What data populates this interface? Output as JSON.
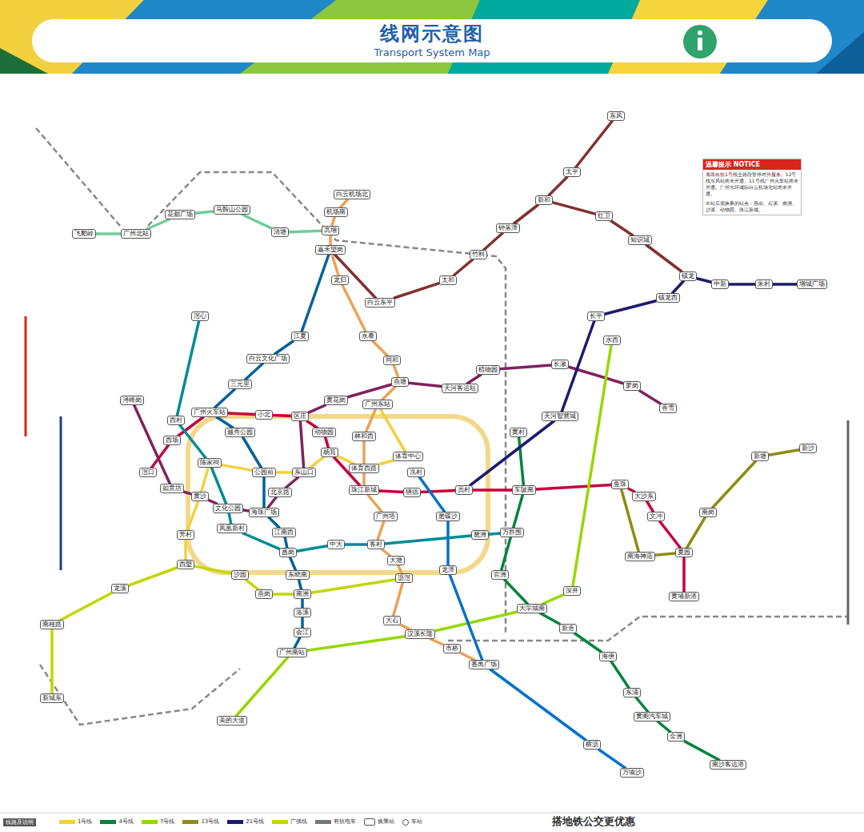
{
  "diagram": {
    "title": "线网示意图",
    "nodes": [
      {
        "text": [
          "白云机场北"
        ]
      },
      {
        "text": [
          "机场南"
        ]
      },
      {
        "text": [
          "高增"
        ]
      },
      {
        "text": [
          "嘉禾望岗"
        ]
      },
      {
        "text": [
          "龙归"
        ]
      },
      {
        "text": [
          "永泰"
        ]
      },
      {
        "text": [
          "同和"
        ]
      },
      {
        "text": [
          "燕塘"
        ]
      },
      {
        "text": [
          "广州东站"
        ]
      },
      {
        "text": [
          "林和西"
        ]
      },
      {
        "text": [
          "体育西路"
        ]
      },
      {
        "text": [
          "珠江新城"
        ]
      },
      {
        "text": [
          "广州塔"
        ]
      },
      {
        "text": [
          "客村"
        ]
      },
      {
        "text": [
          "大塘"
        ]
      },
      {
        "text": [
          "沥滘"
        ]
      },
      {
        "text": [
          "大石"
        ]
      },
      {
        "text": [
          "汉溪长隆"
        ]
      },
      {
        "text": [
          "市桥"
        ]
      },
      {
        "text": [
          "番禺广场"
        ]
      },
      {
        "text": [
          "西塱"
        ]
      },
      {
        "text": [
          "芳村"
        ]
      },
      {
        "text": [
          "黄沙"
        ]
      },
      {
        "text": [
          "陈家祠"
        ]
      },
      {
        "text": [
          "公园前"
        ]
      },
      {
        "text": [
          "东山口"
        ]
      },
      {
        "text": [
          "杨箕"
        ]
      },
      {
        "text": [
          "体育中心"
        ]
      },
      {
        "text": [
          "江夏"
        ]
      },
      {
        "text": [
          "白云文化广场"
        ]
      },
      {
        "text": [
          "三元里"
        ]
      },
      {
        "text": [
          "广州火车站"
        ]
      },
      {
        "text": [
          "越秀公园"
        ]
      },
      {
        "text": [
          "海珠广场"
        ]
      },
      {
        "text": [
          "江南西"
        ]
      },
      {
        "text": [
          "昌岗"
        ]
      },
      {
        "text": [
          "东晓南"
        ]
      },
      {
        "text": [
          "南洲"
        ]
      },
      {
        "text": [
          "洛溪"
        ]
      },
      {
        "text": [
          "会江"
        ]
      },
      {
        "text": [
          "广州南站"
        ]
      },
      {
        "text": [
          "滘口"
        ]
      },
      {
        "text": [
          "西场"
        ]
      },
      {
        "text": [
          "小北"
        ]
      },
      {
        "text": [
          "区庄"
        ]
      },
      {
        "text": [
          "动物园"
        ]
      },
      {
        "text": [
          "猎德"
        ]
      },
      {
        "text": [
          "员村"
        ]
      },
      {
        "text": [
          "车陂南"
        ]
      },
      {
        "text": [
          "鱼珠"
        ]
      },
      {
        "text": [
          "大沙东"
        ]
      },
      {
        "text": [
          "文冲"
        ]
      },
      {
        "text": [
          "夏园"
        ]
      },
      {
        "text": [
          "黄埔新港"
        ]
      },
      {
        "text": [
          "浔峰岗"
        ]
      },
      {
        "text": [
          "如意坊"
        ]
      },
      {
        "text": [
          "文化公园"
        ]
      },
      {
        "text": [
          "北京路"
        ]
      },
      {
        "text": [
          "黄花岗"
        ]
      },
      {
        "text": [
          "天河客运站"
        ]
      },
      {
        "text": [
          "植物园"
        ]
      },
      {
        "text": [
          "长湫"
        ]
      },
      {
        "text": [
          "萝岗"
        ]
      },
      {
        "text": [
          "香雪"
        ]
      },
      {
        "text": [
          "滘心"
        ]
      },
      {
        "text": [
          "西村"
        ]
      },
      {
        "text": [
          "凤凰新村"
        ]
      },
      {
        "text": [
          "中大"
        ]
      },
      {
        "text": [
          "琶洲"
        ]
      },
      {
        "text": [
          "万胜围"
        ]
      },
      {
        "text": [
          "飞鹅岭"
        ]
      },
      {
        "text": [
          "广州北站"
        ]
      },
      {
        "text": [
          "花都广场"
        ]
      },
      {
        "text": [
          "马鞍山公园"
        ]
      },
      {
        "text": [
          "清塘"
        ]
      },
      {
        "text": [
          "黄村"
        ]
      },
      {
        "text": [
          "官洲"
        ]
      },
      {
        "text": [
          "大学城南"
        ]
      },
      {
        "text": [
          "新造"
        ]
      },
      {
        "text": [
          "海傍"
        ]
      },
      {
        "text": [
          "东涌"
        ]
      },
      {
        "text": [
          "黄阁汽车城"
        ]
      },
      {
        "text": [
          "金洲"
        ]
      },
      {
        "text": [
          "南沙客运港"
        ]
      },
      {
        "text": [
          "美的大道"
        ]
      },
      {
        "text": [
          "深井"
        ]
      },
      {
        "text": [
          "水西"
        ]
      },
      {
        "text": [
          "南海神庙"
        ]
      },
      {
        "text": [
          "南岗"
        ]
      },
      {
        "text": [
          "新塘"
        ]
      },
      {
        "text": [
          "新沙"
        ]
      },
      {
        "text": [
          "白云东平"
        ]
      },
      {
        "text": [
          "太和"
        ]
      },
      {
        "text": [
          "竹料"
        ]
      },
      {
        "text": [
          "钟落潭"
        ]
      },
      {
        "text": [
          "新和"
        ]
      },
      {
        "text": [
          "太平"
        ]
      },
      {
        "text": [
          "东风"
        ]
      },
      {
        "text": [
          "红卫"
        ]
      },
      {
        "text": [
          "知识城"
        ]
      },
      {
        "text": [
          "镇龙"
        ]
      },
      {
        "text": [
          "天河智慧城"
        ]
      },
      {
        "text": [
          "长平"
        ]
      },
      {
        "text": [
          "镇龙西"
        ]
      },
      {
        "text": [
          "中新"
        ]
      },
      {
        "text": [
          "朱村"
        ]
      },
      {
        "text": [
          "增城广场"
        ]
      },
      {
        "text": [
          "冼村"
        ]
      },
      {
        "text": [
          "磨碟沙"
        ]
      },
      {
        "text": [
          "龙潭"
        ]
      },
      {
        "text": [
          "横沥"
        ]
      },
      {
        "text": [
          "万顷沙"
        ]
      },
      {
        "text": [
          "新城东"
        ]
      },
      {
        "text": [
          "南桂路"
        ]
      },
      {
        "text": [
          "龙溪"
        ]
      },
      {
        "text": [
          "沙园"
        ]
      },
      {
        "text": [
          "燕岗"
        ]
      },
      {
        "text": [
          "温馨提示 NOTICE",
          "海珠有轨1号线全路段暂停对外服务。12号线东风站尚未开通。11号线广州火车站尚未开通。广州东环城际白云机场北站尚未开通。",
          "出站后需换乘的站点：燕岗、石溪、南洲、沙溪、动物园、珠江新城。"
        ]
      }
    ],
    "edges": [
      {
        "from": 0,
        "to": 1,
        "arrow": "none"
      },
      {
        "from": 1,
        "to": 2,
        "arrow": "none"
      },
      {
        "from": 2,
        "to": 3,
        "arrow": "none"
      },
      {
        "from": 3,
        "to": 4,
        "arrow": "none"
      },
      {
        "from": 4,
        "to": 5,
        "arrow": "none"
      },
      {
        "from": 5,
        "to": 6,
        "arrow": "none"
      },
      {
        "from": 6,
        "to": 7,
        "arrow": "none"
      },
      {
        "from": 7,
        "to": 8,
        "arrow": "none"
      },
      {
        "from": 8,
        "to": 9,
        "arrow": "none"
      },
      {
        "from": 9,
        "to": 10,
        "arrow": "none"
      },
      {
        "from": 10,
        "to": 11,
        "arrow": "none"
      },
      {
        "from": 11,
        "to": 12,
        "arrow": "none"
      },
      {
        "from": 12,
        "to": 13,
        "arrow": "none"
      },
      {
        "from": 13,
        "to": 14,
        "arrow": "none"
      },
      {
        "from": 14,
        "to": 15,
        "arrow": "none"
      },
      {
        "from": 15,
        "to": 16,
        "arrow": "none"
      },
      {
        "from": 16,
        "to": 17,
        "arrow": "none"
      },
      {
        "from": 17,
        "to": 18,
        "arrow": "none"
      },
      {
        "from": 18,
        "to": 19,
        "arrow": "none"
      },
      {
        "from": 20,
        "to": 21,
        "arrow": "none"
      },
      {
        "from": 21,
        "to": 22,
        "arrow": "none"
      },
      {
        "from": 22,
        "to": 23,
        "arrow": "none"
      },
      {
        "from": 23,
        "to": 24,
        "arrow": "none"
      },
      {
        "from": 24,
        "to": 25,
        "arrow": "none"
      },
      {
        "from": 25,
        "to": 26,
        "arrow": "none"
      },
      {
        "from": 26,
        "to": 10,
        "arrow": "none"
      },
      {
        "from": 10,
        "to": 27,
        "arrow": "none"
      },
      {
        "from": 27,
        "to": 8,
        "arrow": "none"
      },
      {
        "from": 3,
        "to": 28,
        "arrow": "none"
      },
      {
        "from": 28,
        "to": 29,
        "arrow": "none"
      },
      {
        "from": 29,
        "to": 30,
        "arrow": "none"
      },
      {
        "from": 30,
        "to": 31,
        "arrow": "none"
      },
      {
        "from": 31,
        "to": 32,
        "arrow": "none"
      },
      {
        "from": 32,
        "to": 24,
        "arrow": "none"
      },
      {
        "from": 24,
        "to": 33,
        "arrow": "none"
      },
      {
        "from": 33,
        "to": 34,
        "arrow": "none"
      },
      {
        "from": 34,
        "to": 35,
        "arrow": "none"
      },
      {
        "from": 35,
        "to": 36,
        "arrow": "none"
      },
      {
        "from": 36,
        "to": 37,
        "arrow": "none"
      },
      {
        "from": 37,
        "to": 38,
        "arrow": "none"
      },
      {
        "from": 38,
        "to": 39,
        "arrow": "none"
      },
      {
        "from": 39,
        "to": 40,
        "arrow": "none"
      },
      {
        "from": 41,
        "to": 42,
        "arrow": "none"
      },
      {
        "from": 42,
        "to": 31,
        "arrow": "none"
      },
      {
        "from": 31,
        "to": 43,
        "arrow": "none"
      },
      {
        "from": 43,
        "to": 44,
        "arrow": "none"
      },
      {
        "from": 44,
        "to": 45,
        "arrow": "none"
      },
      {
        "from": 45,
        "to": 26,
        "arrow": "none"
      },
      {
        "from": 26,
        "to": 11,
        "arrow": "none"
      },
      {
        "from": 11,
        "to": 46,
        "arrow": "none"
      },
      {
        "from": 46,
        "to": 47,
        "arrow": "none"
      },
      {
        "from": 47,
        "to": 48,
        "arrow": "none"
      },
      {
        "from": 48,
        "to": 49,
        "arrow": "none"
      },
      {
        "from": 49,
        "to": 50,
        "arrow": "none"
      },
      {
        "from": 50,
        "to": 51,
        "arrow": "none"
      },
      {
        "from": 51,
        "to": 52,
        "arrow": "none"
      },
      {
        "from": 52,
        "to": 53,
        "arrow": "none"
      },
      {
        "from": 54,
        "to": 55,
        "arrow": "none"
      },
      {
        "from": 55,
        "to": 22,
        "arrow": "none"
      },
      {
        "from": 22,
        "to": 56,
        "arrow": "none"
      },
      {
        "from": 56,
        "to": 33,
        "arrow": "none"
      },
      {
        "from": 33,
        "to": 57,
        "arrow": "none"
      },
      {
        "from": 57,
        "to": 25,
        "arrow": "none"
      },
      {
        "from": 25,
        "to": 44,
        "arrow": "none"
      },
      {
        "from": 44,
        "to": 58,
        "arrow": "none"
      },
      {
        "from": 58,
        "to": 7,
        "arrow": "none"
      },
      {
        "from": 7,
        "to": 59,
        "arrow": "none"
      },
      {
        "from": 59,
        "to": 60,
        "arrow": "none"
      },
      {
        "from": 60,
        "to": 61,
        "arrow": "none"
      },
      {
        "from": 61,
        "to": 62,
        "arrow": "none"
      },
      {
        "from": 62,
        "to": 63,
        "arrow": "none"
      },
      {
        "from": 64,
        "to": 65,
        "arrow": "none"
      },
      {
        "from": 65,
        "to": 23,
        "arrow": "none"
      },
      {
        "from": 23,
        "to": 56,
        "arrow": "none"
      },
      {
        "from": 56,
        "to": 66,
        "arrow": "none"
      },
      {
        "from": 66,
        "to": 35,
        "arrow": "none"
      },
      {
        "from": 35,
        "to": 67,
        "arrow": "none"
      },
      {
        "from": 67,
        "to": 13,
        "arrow": "none"
      },
      {
        "from": 13,
        "to": 68,
        "arrow": "none"
      },
      {
        "from": 68,
        "to": 69,
        "arrow": "none"
      },
      {
        "from": 70,
        "to": 71,
        "arrow": "none"
      },
      {
        "from": 71,
        "to": 72,
        "arrow": "none"
      },
      {
        "from": 72,
        "to": 73,
        "arrow": "none"
      },
      {
        "from": 73,
        "to": 74,
        "arrow": "none"
      },
      {
        "from": 74,
        "to": 2,
        "arrow": "none"
      },
      {
        "from": 75,
        "to": 48,
        "arrow": "none"
      },
      {
        "from": 48,
        "to": 69,
        "arrow": "none"
      },
      {
        "from": 69,
        "to": 76,
        "arrow": "none"
      },
      {
        "from": 76,
        "to": 77,
        "arrow": "none"
      },
      {
        "from": 77,
        "to": 78,
        "arrow": "none"
      },
      {
        "from": 78,
        "to": 79,
        "arrow": "none"
      },
      {
        "from": 79,
        "to": 80,
        "arrow": "none"
      },
      {
        "from": 80,
        "to": 81,
        "arrow": "none"
      },
      {
        "from": 81,
        "to": 82,
        "arrow": "none"
      },
      {
        "from": 82,
        "to": 83,
        "arrow": "none"
      },
      {
        "from": 84,
        "to": 40,
        "arrow": "none"
      },
      {
        "from": 40,
        "to": 17,
        "arrow": "none"
      },
      {
        "from": 17,
        "to": 77,
        "arrow": "none"
      },
      {
        "from": 77,
        "to": 85,
        "arrow": "none"
      },
      {
        "from": 85,
        "to": 86,
        "arrow": "none"
      },
      {
        "from": 49,
        "to": 87,
        "arrow": "none"
      },
      {
        "from": 87,
        "to": 52,
        "arrow": "none"
      },
      {
        "from": 52,
        "to": 88,
        "arrow": "none"
      },
      {
        "from": 88,
        "to": 89,
        "arrow": "none"
      },
      {
        "from": 89,
        "to": 90,
        "arrow": "none"
      },
      {
        "from": 3,
        "to": 91,
        "arrow": "none"
      },
      {
        "from": 91,
        "to": 92,
        "arrow": "none"
      },
      {
        "from": 92,
        "to": 93,
        "arrow": "none"
      },
      {
        "from": 93,
        "to": 94,
        "arrow": "none"
      },
      {
        "from": 94,
        "to": 95,
        "arrow": "none"
      },
      {
        "from": 95,
        "to": 96,
        "arrow": "none"
      },
      {
        "from": 96,
        "to": 97,
        "arrow": "none"
      },
      {
        "from": 95,
        "to": 98,
        "arrow": "none"
      },
      {
        "from": 98,
        "to": 99,
        "arrow": "none"
      },
      {
        "from": 99,
        "to": 100,
        "arrow": "none"
      },
      {
        "from": 47,
        "to": 101,
        "arrow": "none"
      },
      {
        "from": 101,
        "to": 102,
        "arrow": "none"
      },
      {
        "from": 102,
        "to": 103,
        "arrow": "none"
      },
      {
        "from": 103,
        "to": 100,
        "arrow": "none"
      },
      {
        "from": 100,
        "to": 104,
        "arrow": "none"
      },
      {
        "from": 104,
        "to": 105,
        "arrow": "none"
      },
      {
        "from": 105,
        "to": 106,
        "arrow": "none"
      },
      {
        "from": 107,
        "to": 108,
        "arrow": "none"
      },
      {
        "from": 108,
        "to": 109,
        "arrow": "none"
      },
      {
        "from": 109,
        "to": 19,
        "arrow": "none"
      },
      {
        "from": 19,
        "to": 110,
        "arrow": "none"
      },
      {
        "from": 110,
        "to": 111,
        "arrow": "none"
      },
      {
        "from": 112,
        "to": 113,
        "arrow": "none"
      },
      {
        "from": 113,
        "to": 114,
        "arrow": "none"
      },
      {
        "from": 114,
        "to": 20,
        "arrow": "none"
      },
      {
        "from": 20,
        "to": 115,
        "arrow": "none"
      },
      {
        "from": 115,
        "to": 116,
        "arrow": "none"
      },
      {
        "from": 116,
        "to": 37,
        "arrow": "none"
      },
      {
        "from": 37,
        "to": 15,
        "arrow": "none"
      }
    ],
    "labels": [
      "Transport System Map",
      "线路及说明",
      "搭地铁公交更优惠"
    ],
    "legend": [
      {
        "text": "1号线",
        "color": "#f3d03e"
      },
      {
        "text": "4号线",
        "color": "#00843d"
      },
      {
        "text": "7号线",
        "color": "#97d700"
      },
      {
        "text": "13号线",
        "color": "#8e8c13"
      },
      {
        "text": "21号线",
        "color": "#1d1b6e"
      },
      {
        "text": "广佛线",
        "color": "#c4d600"
      },
      {
        "text": "有轨电车",
        "color": "#777777"
      },
      {
        "text": "换乘站"
      },
      {
        "text": "车站"
      }
    ]
  }
}
